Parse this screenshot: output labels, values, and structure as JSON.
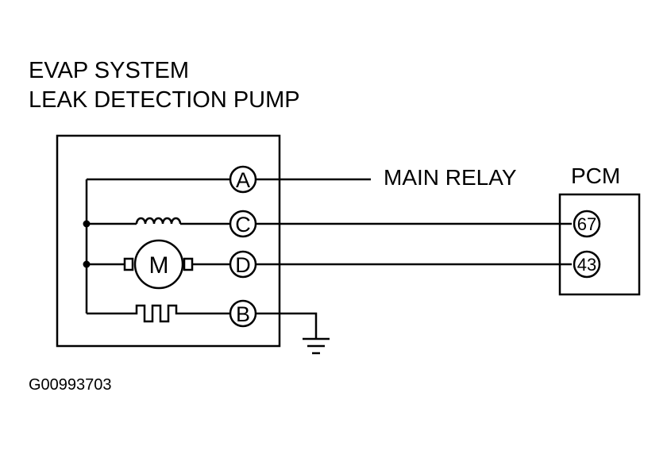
{
  "title": {
    "line1": "EVAP SYSTEM",
    "line2": "LEAK DETECTION PUMP"
  },
  "pump": {
    "pins": [
      "A",
      "C",
      "D",
      "B"
    ],
    "motor_label": "M"
  },
  "main_relay_label": "MAIN RELAY",
  "pcm": {
    "label": "PCM",
    "pins": [
      "67",
      "43"
    ]
  },
  "figure_code": "G00993703",
  "colors": {
    "line": "#000000",
    "background": "#ffffff"
  }
}
